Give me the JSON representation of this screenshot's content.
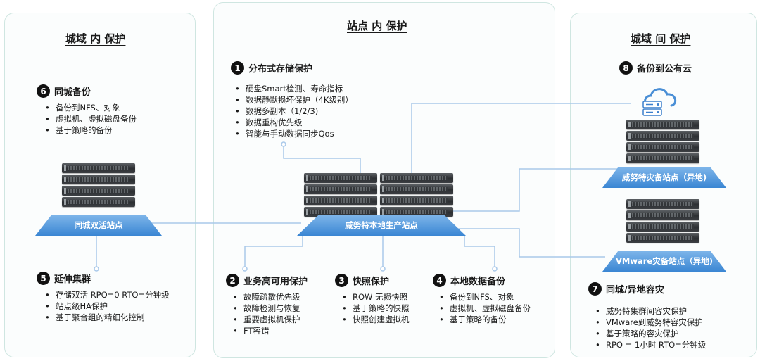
{
  "panels": {
    "left_title": "城域 内 保护",
    "mid_title": "站点 内 保护",
    "right_title": "城域 间 保护"
  },
  "sections": {
    "s1": {
      "num": "1",
      "title": "分布式存储保护",
      "items": [
        "硬盘Smart检测、寿命指标",
        "数据静默损坏保护（4K级别）",
        "数据多副本（1/2/3)",
        "数据重构优先级",
        "智能与手动数据同步Qos"
      ]
    },
    "s2": {
      "num": "2",
      "title": "业务高可用保护",
      "items": [
        "故障疏散优先级",
        "故障检测与恢复",
        "重要虚拟机保护",
        "FT容错"
      ]
    },
    "s3": {
      "num": "3",
      "title": "快照保护",
      "items": [
        "ROW 无损快照",
        "基于策略的快照",
        "快照创建虚拟机"
      ]
    },
    "s4": {
      "num": "4",
      "title": "本地数据备份",
      "items": [
        "备份到NFS、对象",
        "虚拟机、虚拟磁盘备份",
        "基于策略的备份"
      ]
    },
    "s5": {
      "num": "5",
      "title": "延伸集群",
      "items": [
        "存储双活 RPO=0 RTO=分钟级",
        "站点级HA保护",
        "基于聚合组的精细化控制"
      ]
    },
    "s6": {
      "num": "6",
      "title": "同城备份",
      "items": [
        "备份到NFS、对象",
        "虚拟机、虚拟磁盘备份",
        "基于策略的备份"
      ]
    },
    "s7": {
      "num": "7",
      "title": "同城/异地容灾",
      "items": [
        "威努特集群间容灾保护",
        "VMware到威努特容灾保护",
        "基于策略的容灾保护",
        "RPO = 1小时 RTO=分钟级"
      ]
    },
    "s8": {
      "num": "8",
      "title": "备份到公有云"
    }
  },
  "sites": {
    "local_active": "同城双活站点",
    "production": "威努特本地生产站点",
    "dr_remote": "威努特灾备站点（异地)",
    "vmware_dr": "VMware灾备站点（异地)"
  },
  "icons": {
    "cloud": "cloud-server-icon",
    "server": "rack-server-icon"
  },
  "colors": {
    "platform": "#3a86d3",
    "line": "#a9c9ea",
    "border": "#cfe6e1"
  }
}
